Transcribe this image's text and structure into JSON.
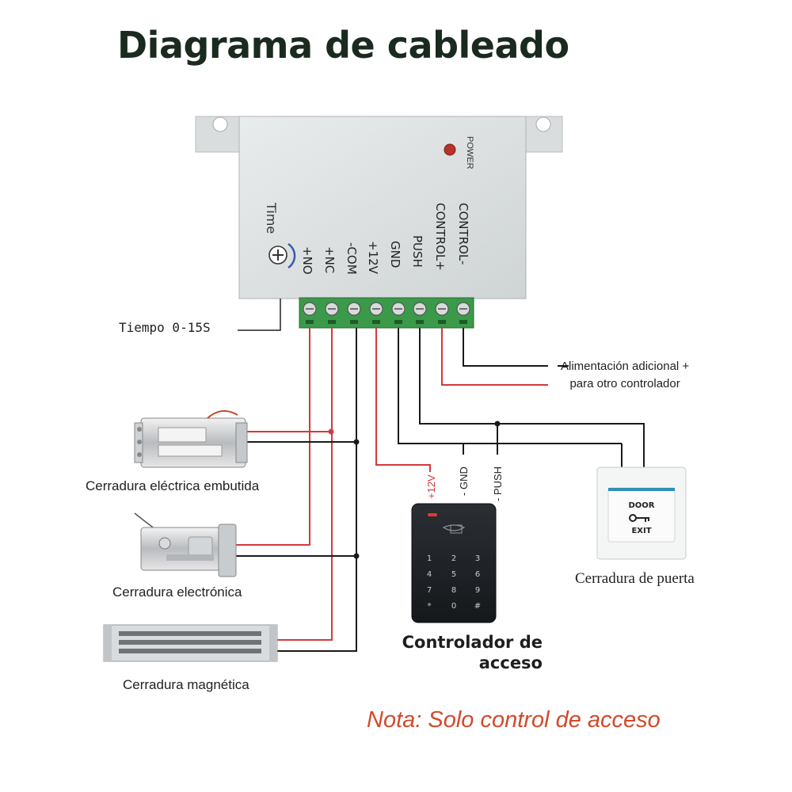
{
  "title": "Diagrama de cableado",
  "module": {
    "power_label": "POWER",
    "time_label": "Time",
    "terminals": [
      "+NO",
      "+NC",
      "-COM",
      "+12V",
      "GND",
      "PUSH",
      "CONTROL+",
      "CONTROL-"
    ]
  },
  "labels": {
    "timer": "Tiempo 0-15S",
    "aux_power_line1": "Alimentación adicional +",
    "aux_power_line2": "para otro controlador",
    "mortise_lock": "Cerradura eléctrica embutida",
    "electronic_lock": "Cerradura electrónica",
    "magnetic_lock": "Cerradura magnética",
    "exit_button": "Cerradura de puerta",
    "controller_line1": "Controlador de",
    "controller_line2": "acceso",
    "wire_12v": "+12V",
    "wire_gnd": "- GND",
    "wire_push": "- PUSH"
  },
  "exit_button": {
    "line1": "DOOR",
    "line2": "EXIT"
  },
  "keypad": {
    "keys": [
      "1",
      "2",
      "3",
      "4",
      "5",
      "6",
      "7",
      "8",
      "9",
      "*",
      "0",
      "#"
    ]
  },
  "note": "Nota: Solo control de acceso",
  "colors": {
    "red_wire": "#d23a3a",
    "black_wire": "#1a1a1a",
    "note": "#d24a2a",
    "terminal_block": "#3a9a4a"
  }
}
